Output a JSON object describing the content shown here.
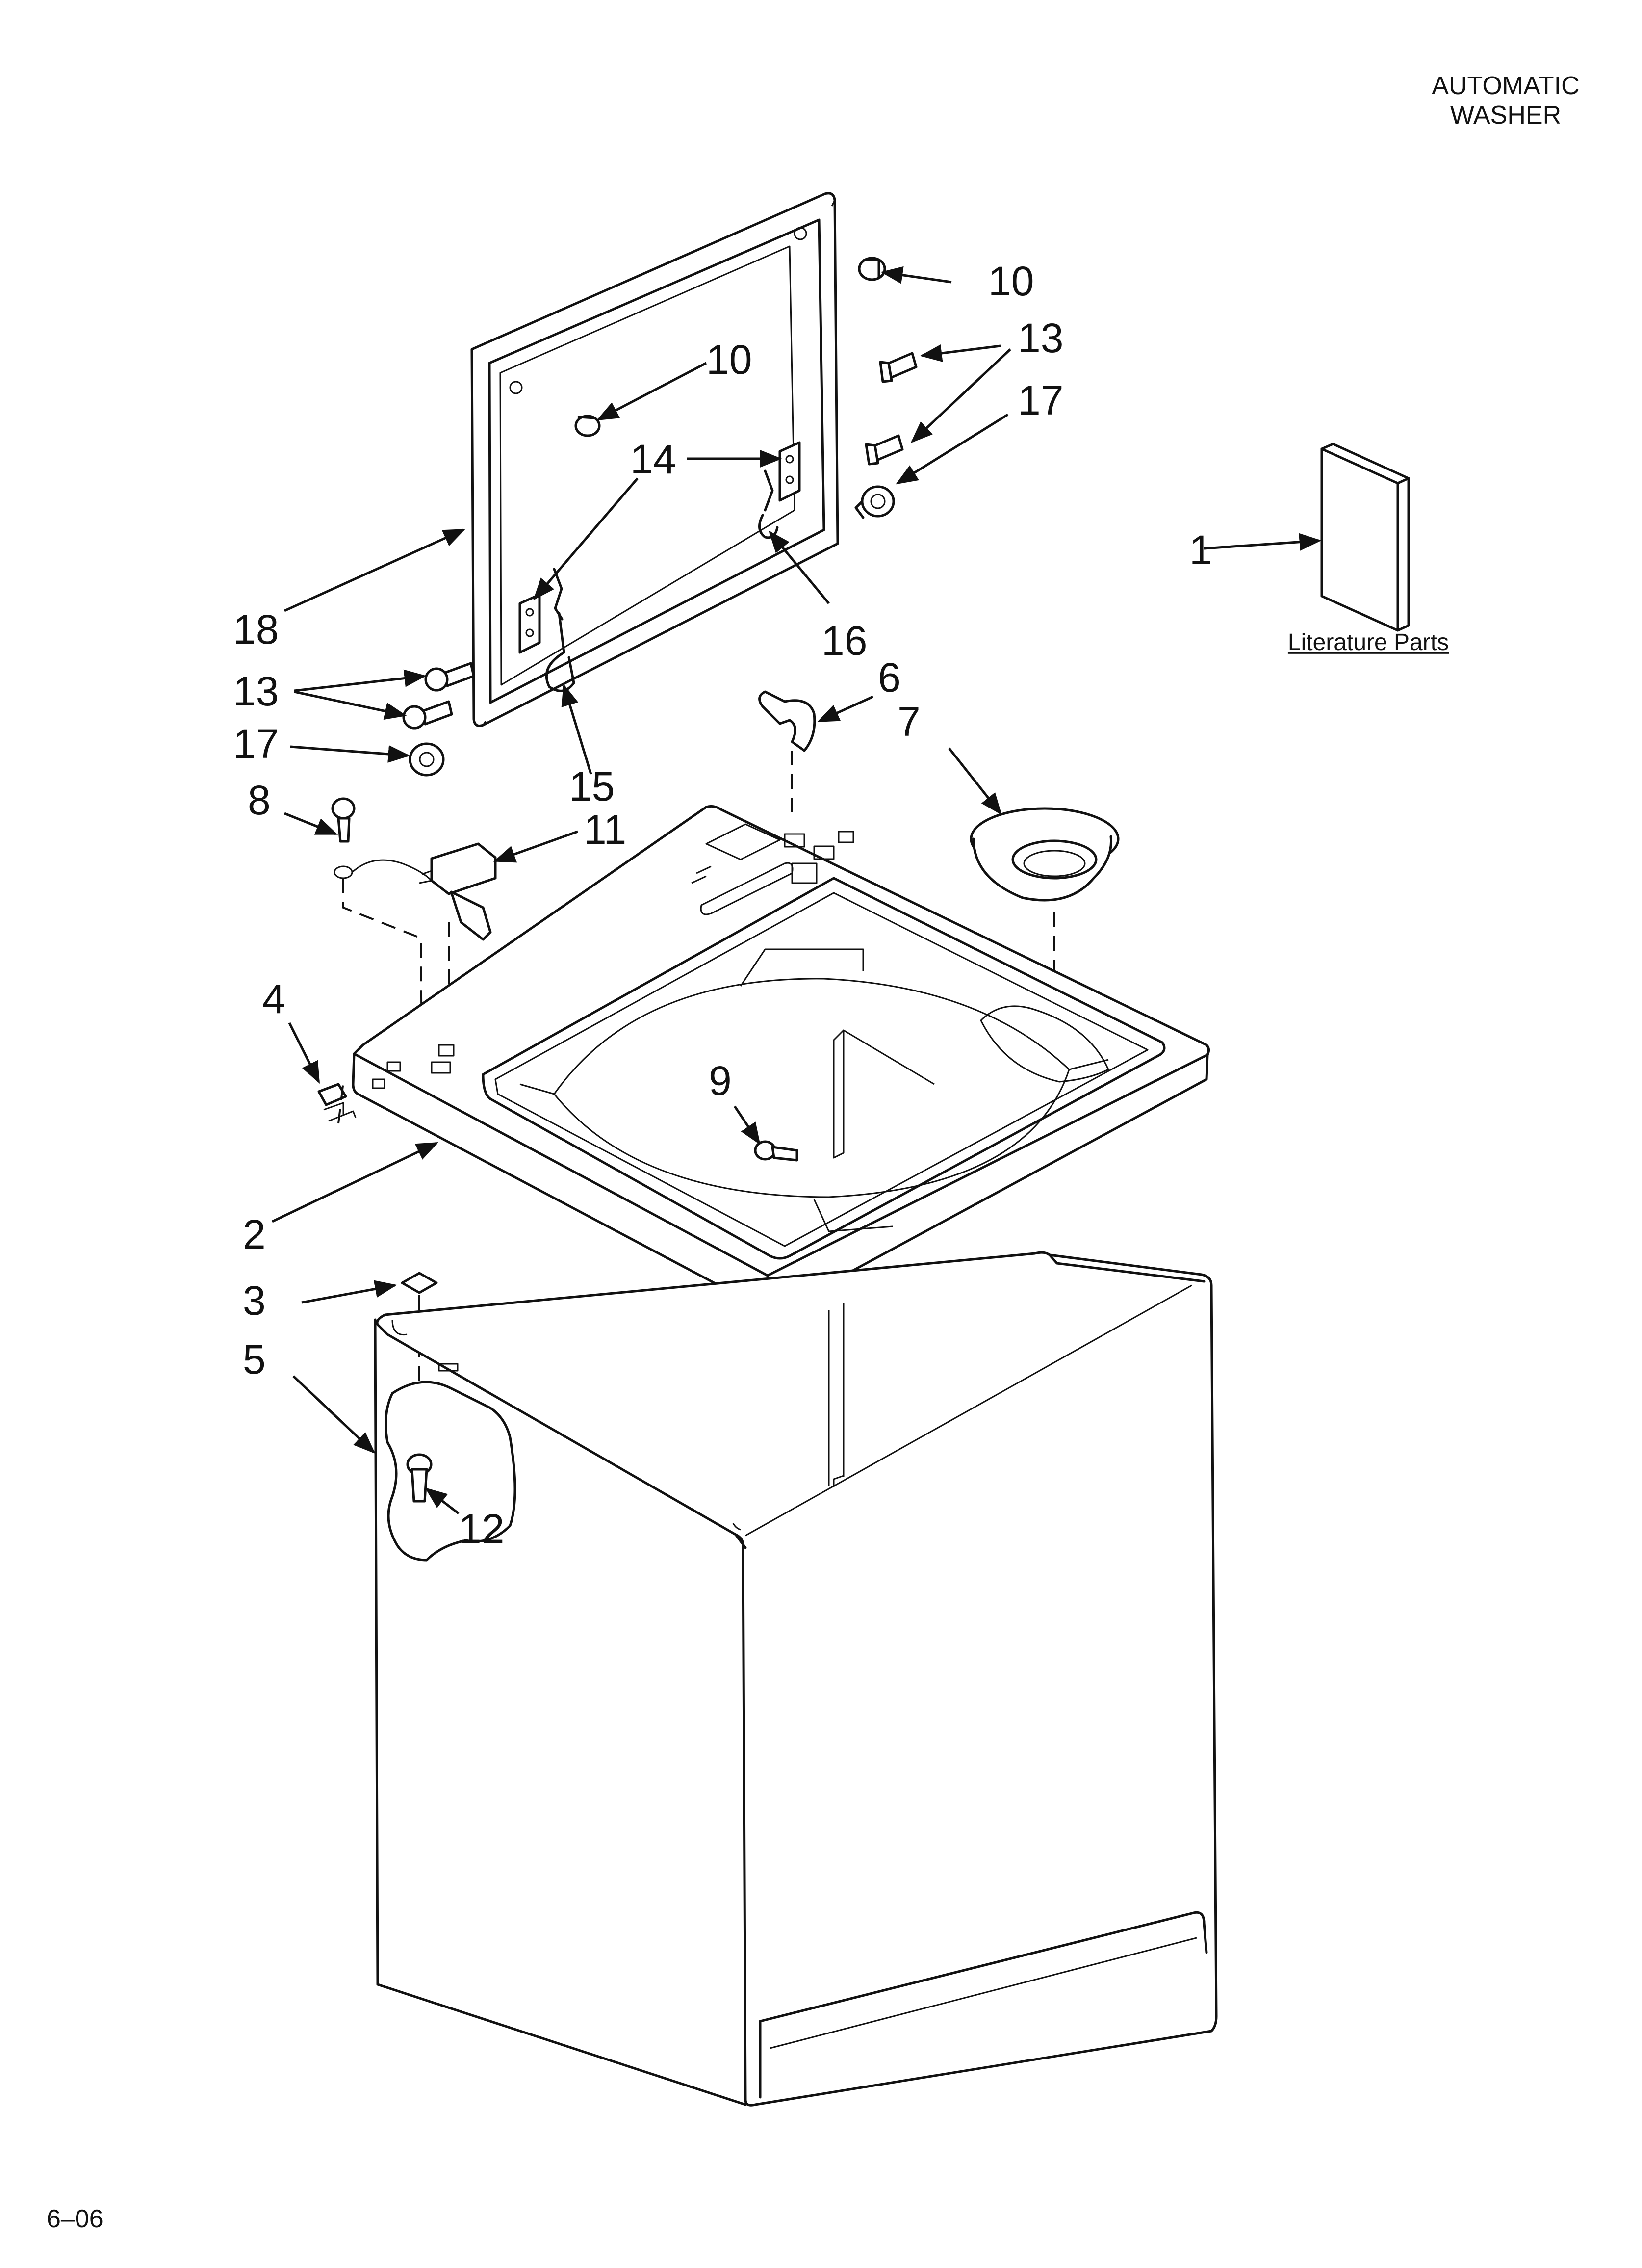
{
  "header": {
    "line1": "AUTOMATIC",
    "line2": "WASHER"
  },
  "literature_label": "Literature Parts",
  "footer_code": "6–06",
  "callouts": {
    "c1": "1",
    "c2": "2",
    "c3": "3",
    "c4": "4",
    "c5": "5",
    "c6": "6",
    "c7": "7",
    "c8": "8",
    "c9": "9",
    "c10a": "10",
    "c10b": "10",
    "c11": "11",
    "c12": "12",
    "c13a": "13",
    "c13b": "13",
    "c14": "14",
    "c15": "15",
    "c16": "16",
    "c17a": "17",
    "c17b": "17",
    "c18": "18"
  }
}
